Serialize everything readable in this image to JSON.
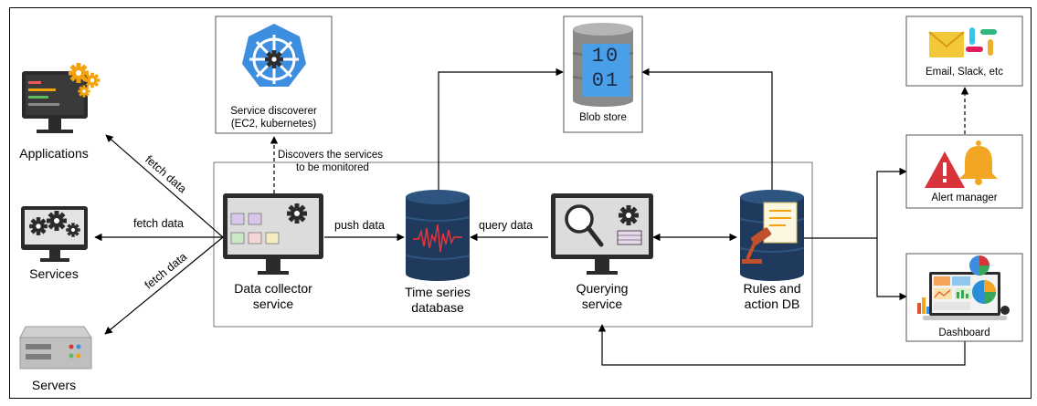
{
  "left_nodes": {
    "applications": "Applications",
    "services": "Services",
    "servers": "Servers"
  },
  "edges": {
    "fetch_apps": "fetch data",
    "fetch_services": "fetch data",
    "fetch_servers": "fetch data",
    "push": "push data",
    "query": "query data",
    "discovers_line1": "Discovers the services",
    "discovers_line2": "to be monitored"
  },
  "core": {
    "data_collector_line1": "Data collector",
    "data_collector_line2": "service",
    "tsdb_line1": "Time series",
    "tsdb_line2": "database",
    "querying_line1": "Querying",
    "querying_line2": "service",
    "rules_line1": "Rules and",
    "rules_line2": "action DB"
  },
  "top": {
    "service_discoverer_line1": "Service discoverer",
    "service_discoverer_line2": "(EC2, kubernetes)",
    "blob_store": "Blob store",
    "blob_digits_row1": "10",
    "blob_digits_row2": "01"
  },
  "right": {
    "notifications": "Email, Slack, etc",
    "alert_manager": "Alert manager",
    "dashboard": "Dashboard"
  },
  "icons": {
    "applications": "monitor-code-gears-icon",
    "services": "monitor-gears-icon",
    "servers": "server-rack-icon",
    "service_discoverer": "kubernetes-icon",
    "blob_store": "binary-database-icon",
    "data_collector": "monitor-grid-gear-icon",
    "tsdb": "database-waveform-icon",
    "querying": "monitor-magnifier-gear-icon",
    "rules": "database-document-gavel-icon",
    "notifications": "mail-slack-icon",
    "alert_manager": "warning-bell-icon",
    "dashboard": "laptop-charts-icon"
  },
  "colors": {
    "monitor_frame": "#2b2b2b",
    "screen_grey": "#dcdcdc",
    "db_navy": "#1f3a5c",
    "db_band": "#2e5580",
    "gear": "#2b2b2b",
    "k8s_blue": "#3e8ee0",
    "blob_blue": "#4aa0e8",
    "alert_red": "#d6343a",
    "bell_orange": "#f3a623",
    "app_orange": "#f2a20d"
  }
}
